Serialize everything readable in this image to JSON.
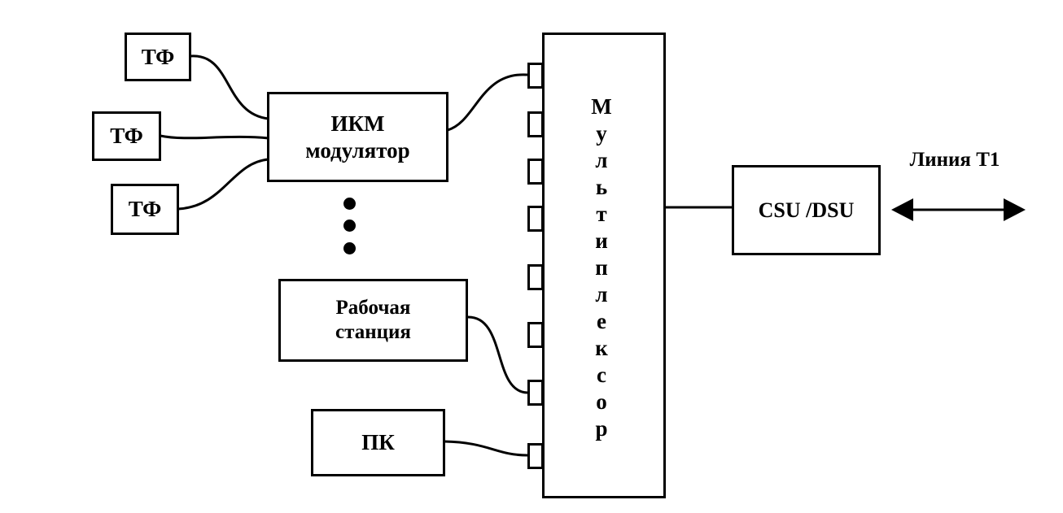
{
  "diagram": {
    "phones": [
      "ТФ",
      "ТФ",
      "ТФ"
    ],
    "pcm_modulator": [
      "ИКМ",
      "модулятор"
    ],
    "workstation": [
      "Рабочая",
      "станция"
    ],
    "pc": "ПК",
    "multiplexer_letters": [
      "М",
      "у",
      "л",
      "ь",
      "т",
      "и",
      "п",
      "л",
      "е",
      "к",
      "с",
      "о",
      "р"
    ],
    "csu_dsu": "CSU /DSU",
    "line_label": "Линия T1"
  }
}
